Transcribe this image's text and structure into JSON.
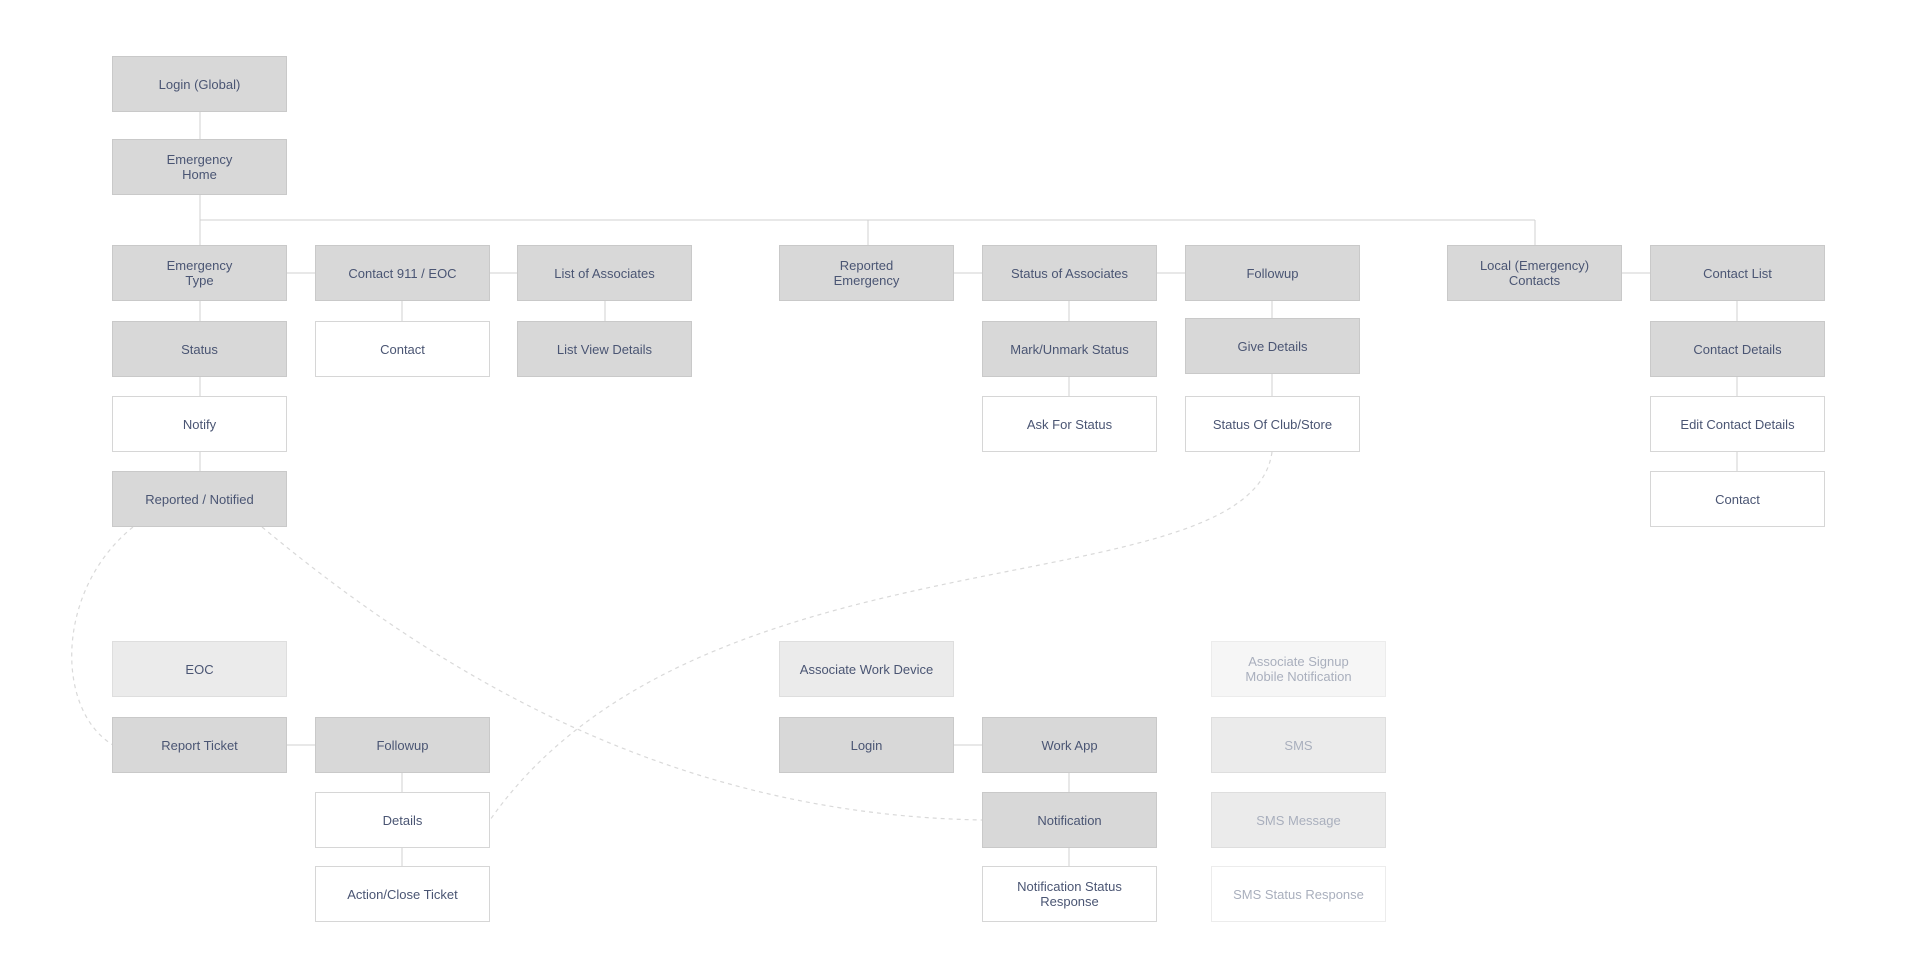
{
  "nodes": {
    "login_global": "Login (Global)",
    "emergency_home": "Emergency\nHome",
    "emergency_type": "Emergency\nType",
    "contact_911": "Contact 911 / EOC",
    "list_associates": "List of Associates",
    "reported_emergency": "Reported\nEmergency",
    "status_associates": "Status of Associates",
    "followup_top": "Followup",
    "local_contacts": "Local (Emergency)\nContacts",
    "contact_list": "Contact List",
    "status": "Status",
    "contact_a": "Contact",
    "list_view_details": "List View Details",
    "mark_unmark": "Mark/Unmark Status",
    "give_details": "Give Details",
    "contact_details": "Contact Details",
    "notify": "Notify",
    "ask_status": "Ask For Status",
    "status_club": "Status Of Club/Store",
    "edit_contact": "Edit Contact Details",
    "reported_notified": "Reported / Notified",
    "contact_b": "Contact",
    "eoc": "EOC",
    "report_ticket": "Report Ticket",
    "followup_bottom": "Followup",
    "details": "Details",
    "action_close": "Action/Close Ticket",
    "assoc_work_device": "Associate Work Device",
    "login": "Login",
    "work_app": "Work App",
    "notification": "Notification",
    "notification_status": "Notification Status\nResponse",
    "assoc_signup": "Associate Signup\nMobile Notification",
    "sms": "SMS",
    "sms_message": "SMS Message",
    "sms_status": "SMS Status Response"
  },
  "colors": {
    "dark_box": "#d8d8d8",
    "light_box": "#ffffff",
    "pale_box": "#ebebeb",
    "text": "#4a5573",
    "muted_text": "#a9afbd",
    "connector": "#d0d0d0"
  }
}
